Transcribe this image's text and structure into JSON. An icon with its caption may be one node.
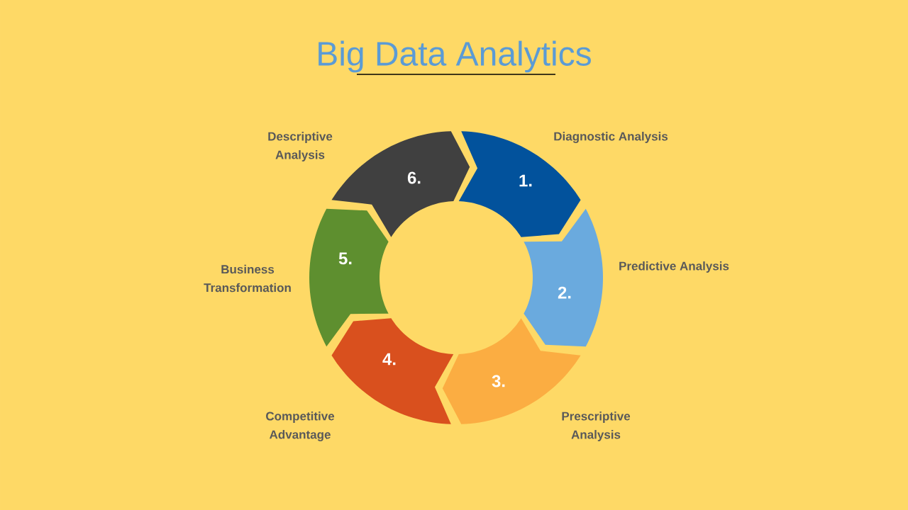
{
  "diagram": {
    "title": "Big Data Analytics",
    "nodes": [
      {
        "text": [
          "1."
        ],
        "beside": [
          "Diagnostic  Analysis"
        ]
      },
      {
        "text": [
          "2."
        ],
        "beside": [
          "Predictive Analysis"
        ]
      },
      {
        "text": [
          "3."
        ],
        "beside": [
          "Prescriptive Analysis"
        ]
      },
      {
        "text": [
          "4."
        ],
        "beside": [
          "Competitive Advantage"
        ]
      },
      {
        "text": [
          "5."
        ],
        "beside": [
          "Business Transformation"
        ]
      },
      {
        "text": [
          "6."
        ],
        "beside": [
          "Descriptive Analysis"
        ]
      }
    ]
  }
}
